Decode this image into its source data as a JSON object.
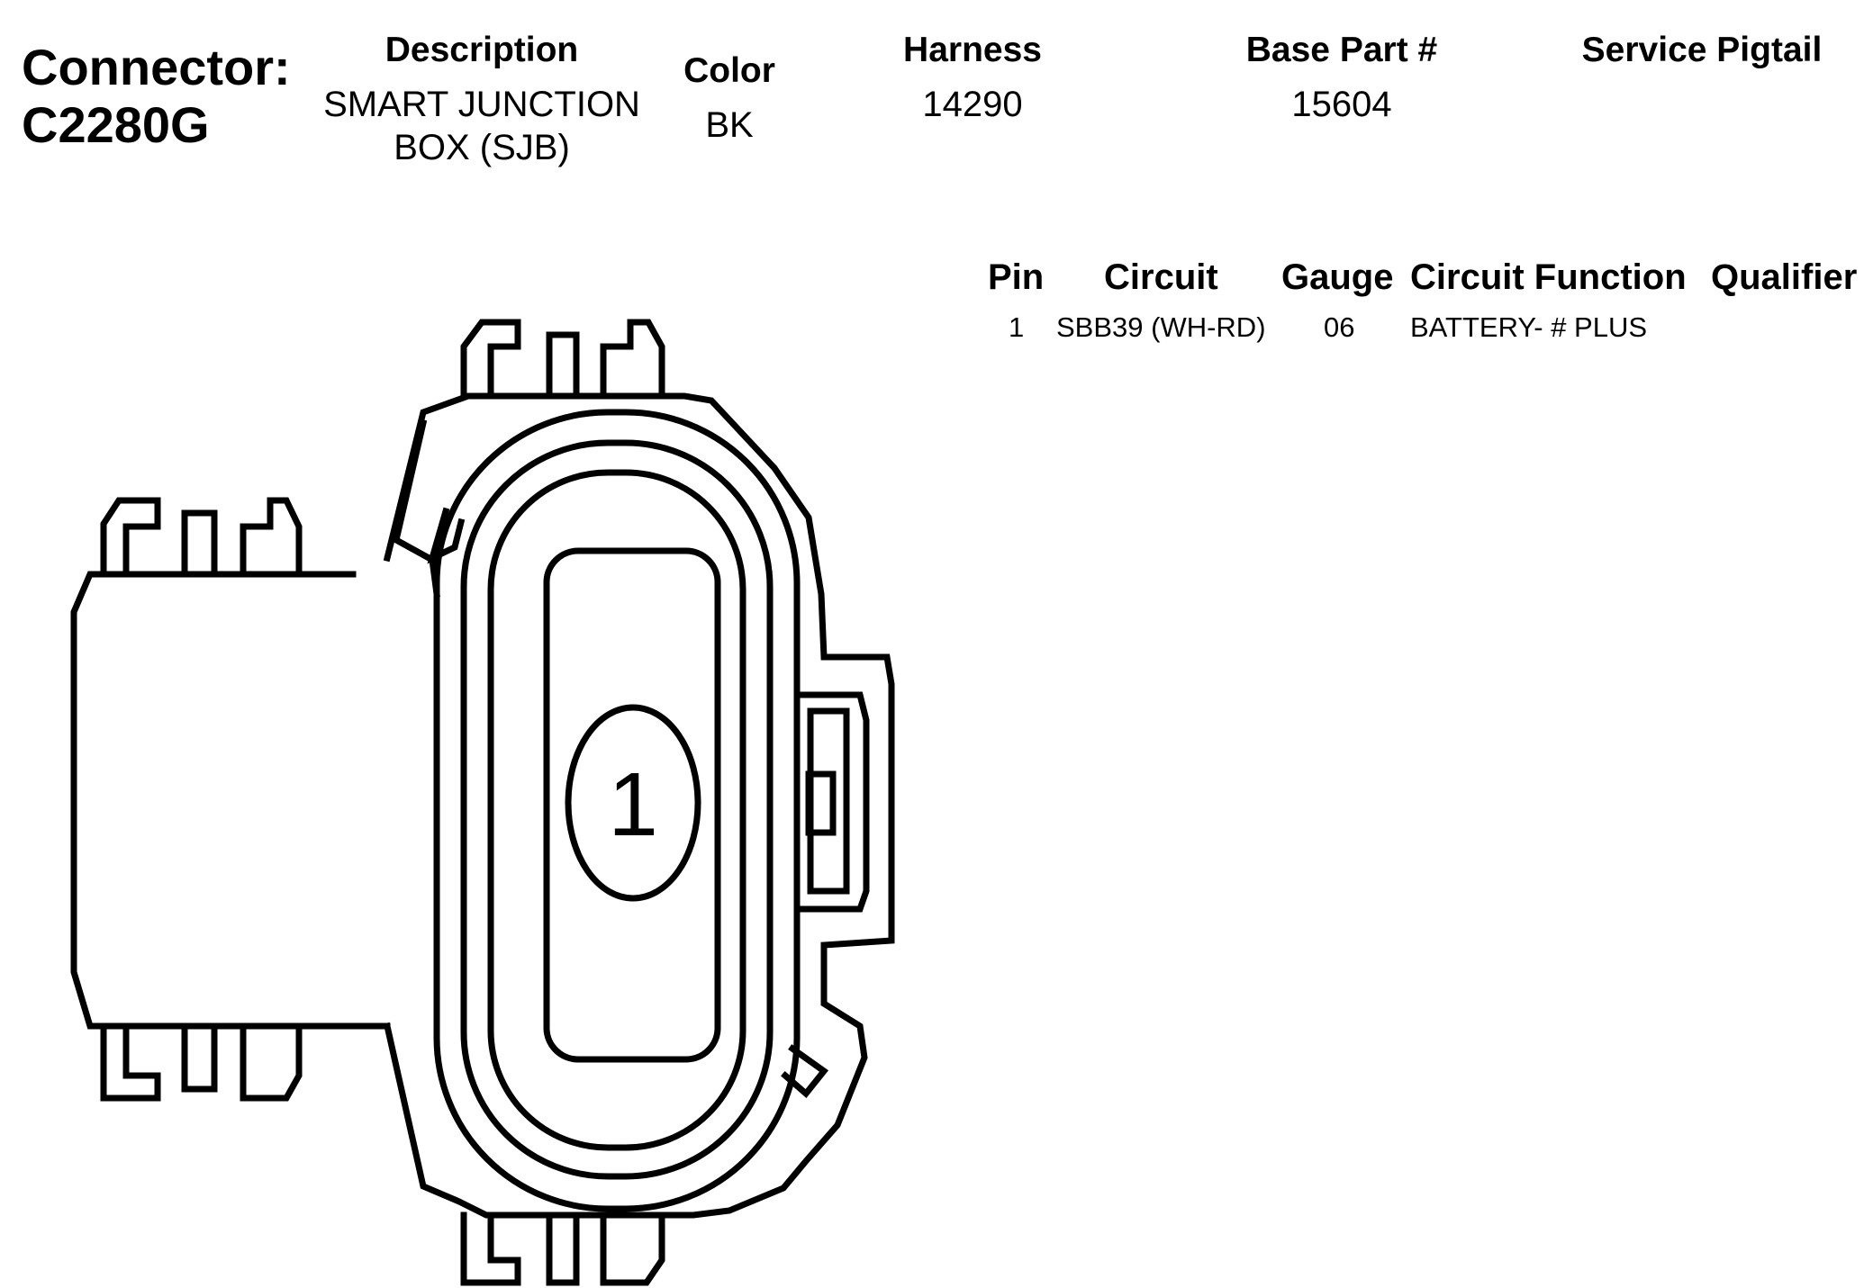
{
  "connector": {
    "label": "Connector:",
    "id": "C2280G"
  },
  "header": {
    "description_label": "Description",
    "description_value": "SMART JUNCTION BOX (SJB)",
    "color_label": "Color",
    "color_value": "BK",
    "harness_label": "Harness",
    "harness_value": "14290",
    "base_part_label": "Base Part #",
    "base_part_value": "15604",
    "service_pigtail_label": "Service Pigtail",
    "service_pigtail_value": ""
  },
  "pin_table": {
    "columns": [
      "Pin",
      "Circuit",
      "Gauge",
      "Circuit Function",
      "Qualifier"
    ],
    "rows": [
      {
        "pin": "1",
        "circuit": "SBB39 (WH-RD)",
        "gauge": "06",
        "circuit_function": "BATTERY- # PLUS",
        "qualifier": ""
      }
    ]
  },
  "diagram": {
    "pin_labels": [
      "1"
    ],
    "line_color": "#000000"
  }
}
